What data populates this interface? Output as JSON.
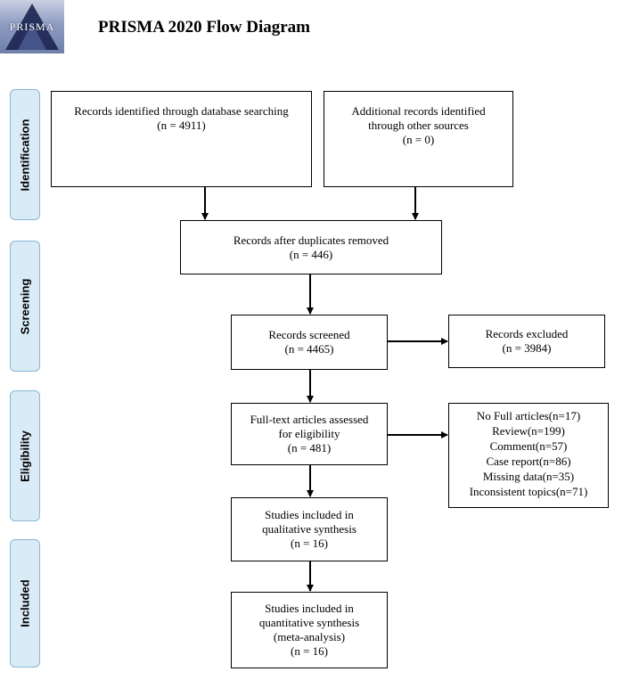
{
  "header": {
    "logo_text": "PRISMA",
    "title": "PRISMA 2020 Flow Diagram"
  },
  "phases": {
    "identification": "Identification",
    "screening": "Screening",
    "eligibility": "Eligibility",
    "included": "Included"
  },
  "boxes": {
    "database_search": {
      "line1": "Records identified through database searching",
      "line2": "(n = 4911)"
    },
    "other_sources": {
      "line1": "Additional records identified",
      "line2": "through other sources",
      "line3": "(n = 0)"
    },
    "after_duplicates": {
      "line1": "Records after duplicates removed",
      "line2": "(n = 446)"
    },
    "screened": {
      "line1": "Records screened",
      "line2": "(n = 4465)"
    },
    "excluded": {
      "line1": "Records excluded",
      "line2": "(n = 3984)"
    },
    "fulltext": {
      "line1": "Full-text articles assessed",
      "line2": "for eligibility",
      "line3": "(n = 481)"
    },
    "fulltext_excluded": {
      "items": [
        "No Full articles(n=17)",
        "Review(n=199)",
        "Comment(n=57)",
        "Case report(n=86)",
        "Missing data(n=35)",
        "Inconsistent topics(n=71)"
      ]
    },
    "qualitative": {
      "line1": "Studies included in",
      "line2": "qualitative synthesis",
      "line3": "(n = 16)"
    },
    "quantitative": {
      "line1": "Studies included in",
      "line2": "quantitative synthesis",
      "line3": "(meta-analysis)",
      "line4": "(n = 16)"
    }
  }
}
